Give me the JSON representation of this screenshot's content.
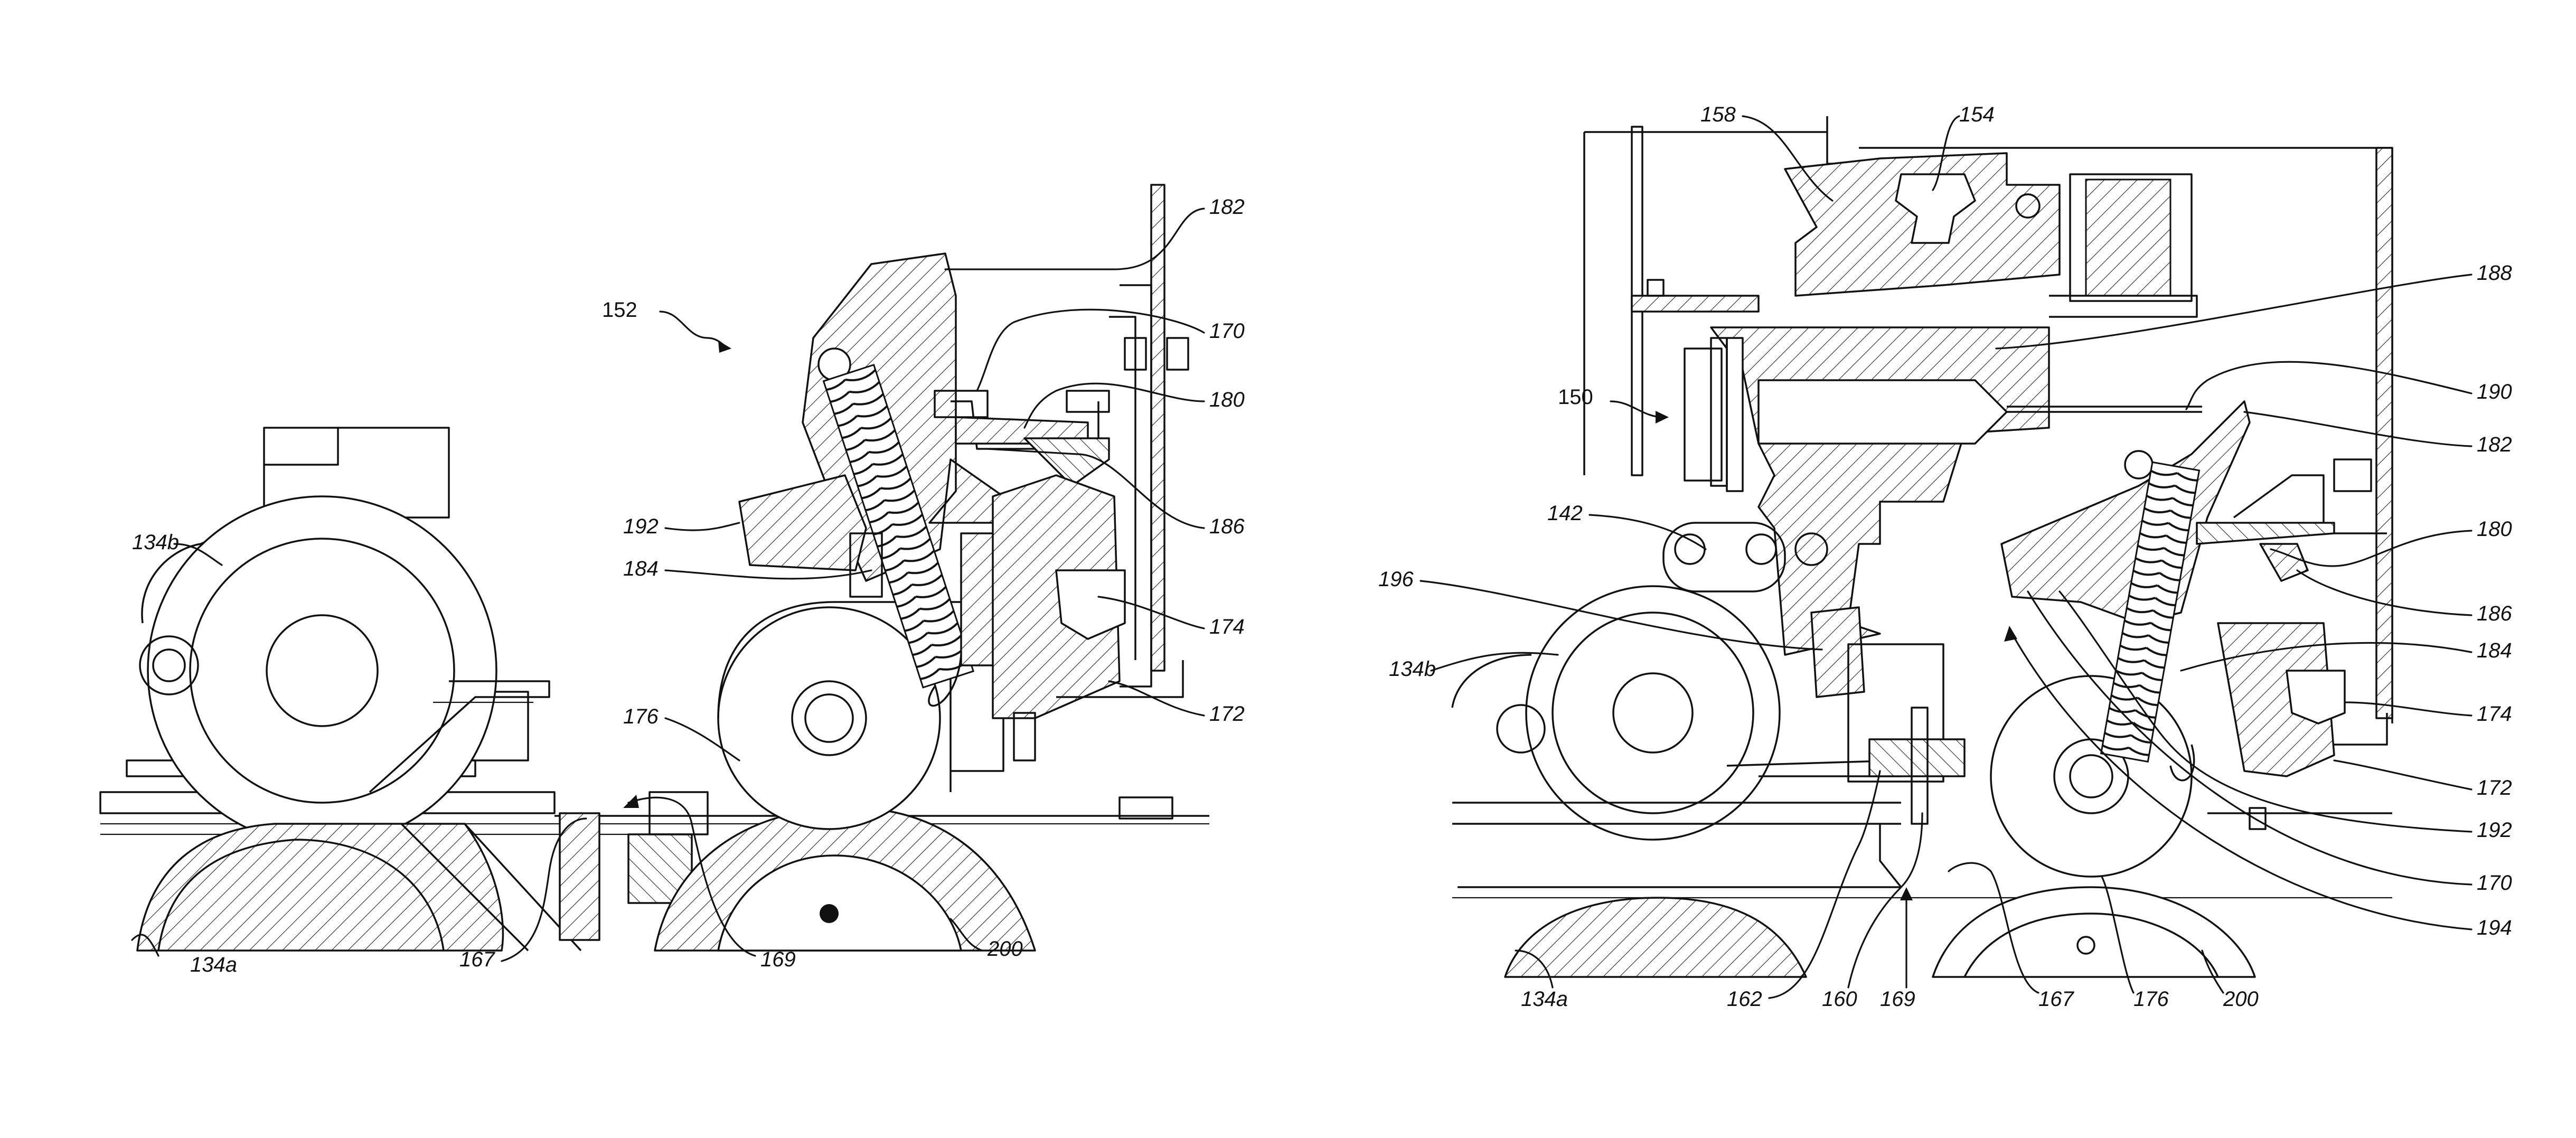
{
  "figure": {
    "left_view": {
      "ref_arrow": "152",
      "labels": [
        "182",
        "170",
        "180",
        "192",
        "184",
        "186",
        "174",
        "172",
        "176",
        "134b",
        "134a",
        "167",
        "169",
        "200"
      ]
    },
    "right_view": {
      "ref_arrow": "150",
      "labels": [
        "158",
        "154",
        "188",
        "190",
        "182",
        "142",
        "196",
        "180",
        "186",
        "184",
        "134b",
        "174",
        "172",
        "192",
        "170",
        "194",
        "134a",
        "162",
        "160",
        "169",
        "167",
        "176",
        "200"
      ]
    }
  }
}
